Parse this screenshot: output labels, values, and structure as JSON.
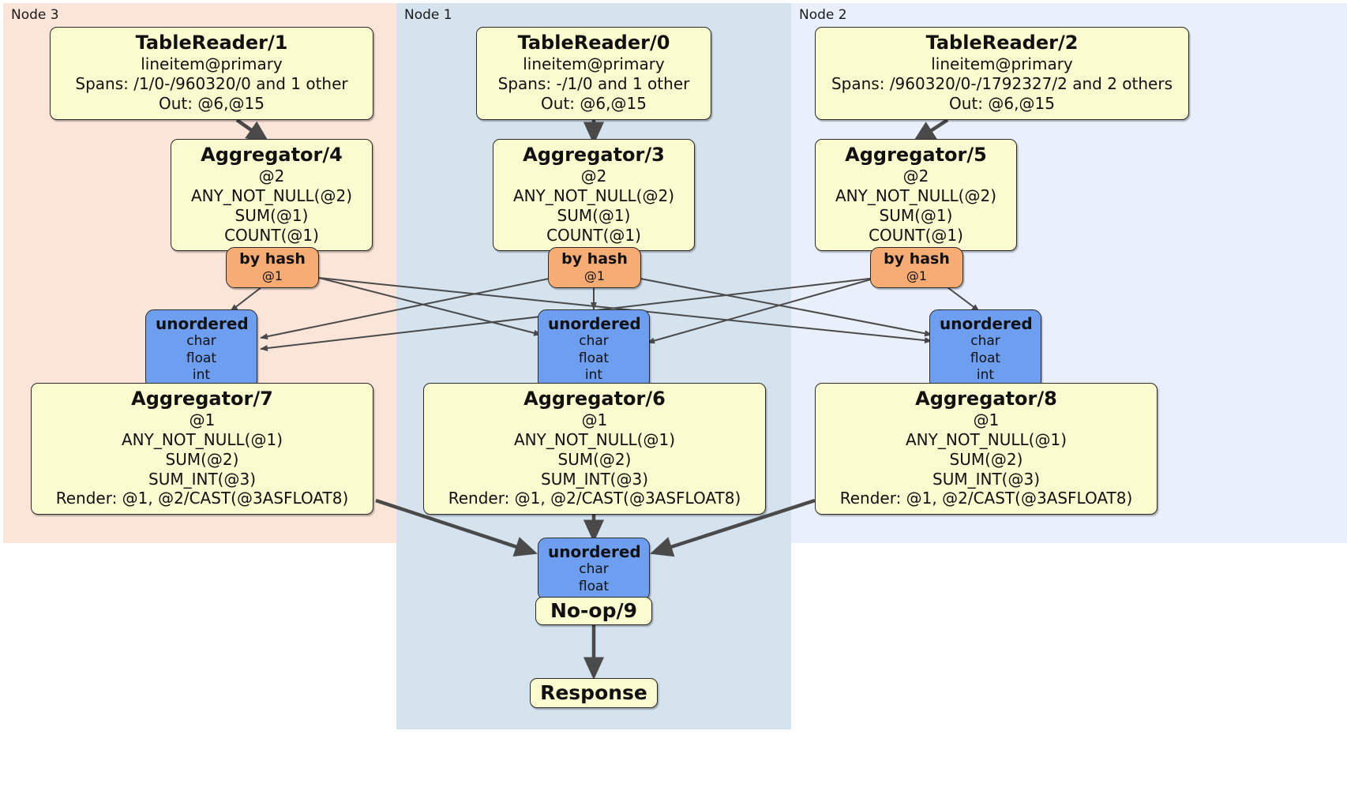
{
  "diagram": {
    "title": "DistSQL physical plan",
    "colors": {
      "node3_panel": "#fbe4d8",
      "node1_panel": "#d5e3ef",
      "node2_panel": "#eaf0fb",
      "processor_box": "#fbfbd0",
      "router_box": "#f7ac74",
      "synchronizer_box": "#6e9ef0",
      "box_border": "#2b2b2b",
      "edge_thin": "#4a4a4a",
      "edge_thick": "#4a4a4a"
    }
  },
  "panels": [
    {
      "id": "node3",
      "label": "Node 3"
    },
    {
      "id": "node1",
      "label": "Node 1"
    },
    {
      "id": "node2",
      "label": "Node 2"
    }
  ],
  "processors": {
    "table_reader_1": {
      "title": "TableReader/1",
      "lines": [
        "lineitem@primary",
        "Spans: /1/0-/960320/0 and 1 other",
        "Out: @6,@15"
      ]
    },
    "table_reader_0": {
      "title": "TableReader/0",
      "lines": [
        "lineitem@primary",
        "Spans: -/1/0 and 1 other",
        "Out: @6,@15"
      ]
    },
    "table_reader_2": {
      "title": "TableReader/2",
      "lines": [
        "lineitem@primary",
        "Spans: /960320/0-/1792327/2 and 2 others",
        "Out: @6,@15"
      ]
    },
    "aggregator_4": {
      "title": "Aggregator/4",
      "lines": [
        "@2",
        "ANY_NOT_NULL(@2)",
        "SUM(@1)",
        "COUNT(@1)"
      ]
    },
    "aggregator_3": {
      "title": "Aggregator/3",
      "lines": [
        "@2",
        "ANY_NOT_NULL(@2)",
        "SUM(@1)",
        "COUNT(@1)"
      ]
    },
    "aggregator_5": {
      "title": "Aggregator/5",
      "lines": [
        "@2",
        "ANY_NOT_NULL(@2)",
        "SUM(@1)",
        "COUNT(@1)"
      ]
    },
    "aggregator_7": {
      "title": "Aggregator/7",
      "lines": [
        "@1",
        "ANY_NOT_NULL(@1)",
        "SUM(@2)",
        "SUM_INT(@3)",
        "Render: @1, @2/CAST(@3ASFLOAT8)"
      ]
    },
    "aggregator_6": {
      "title": "Aggregator/6",
      "lines": [
        "@1",
        "ANY_NOT_NULL(@1)",
        "SUM(@2)",
        "SUM_INT(@3)",
        "Render: @1, @2/CAST(@3ASFLOAT8)"
      ]
    },
    "aggregator_8": {
      "title": "Aggregator/8",
      "lines": [
        "@1",
        "ANY_NOT_NULL(@1)",
        "SUM(@2)",
        "SUM_INT(@3)",
        "Render: @1, @2/CAST(@3ASFLOAT8)"
      ]
    },
    "noop_9": {
      "title": "No-op/9"
    },
    "response": {
      "title": "Response"
    }
  },
  "routers": {
    "by_hash_node3": {
      "title": "by hash",
      "line": "@1"
    },
    "by_hash_node1": {
      "title": "by hash",
      "line": "@1"
    },
    "by_hash_node2": {
      "title": "by hash",
      "line": "@1"
    }
  },
  "synchronizers": {
    "unordered_node3": {
      "title": "unordered",
      "lines": [
        "char",
        "float",
        "int"
      ]
    },
    "unordered_node1": {
      "title": "unordered",
      "lines": [
        "char",
        "float",
        "int"
      ]
    },
    "unordered_node2": {
      "title": "unordered",
      "lines": [
        "char",
        "float",
        "int"
      ]
    },
    "unordered_final": {
      "title": "unordered",
      "lines": [
        "char",
        "float"
      ]
    }
  }
}
